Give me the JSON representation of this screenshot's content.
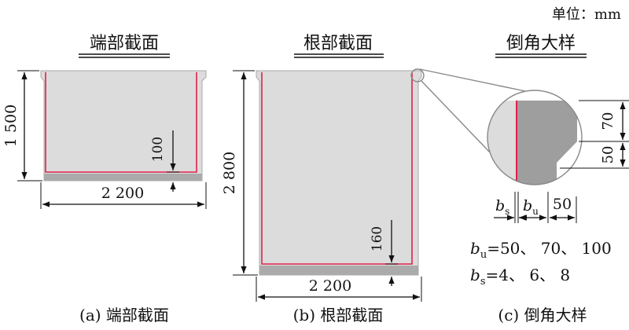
{
  "unit_label": "单位：mm",
  "panels": {
    "a": {
      "title": "端部截面",
      "caption": "(a) 端部截面",
      "height_dim": "1 500",
      "width_dim": "2 200",
      "offset_dim": "100"
    },
    "b": {
      "title": "根部截面",
      "caption": "(b) 根部截面",
      "height_dim": "2 800",
      "width_dim": "2 200",
      "offset_dim": "160"
    },
    "c": {
      "title": "倒角大样",
      "caption": "(c) 倒角大样",
      "dim_70": "70",
      "dim_50_v": "50",
      "dim_50_h": "50",
      "bs_main": "b",
      "bs_sub": "s",
      "bu_main": "b",
      "bu_sub": "u",
      "note1_main": "b",
      "note1_sub": "u",
      "note1_values": "=50、 70、 100",
      "note2_main": "b",
      "note2_sub": "s",
      "note2_values": "=4、 6、 8"
    }
  },
  "colors": {
    "section_fill": "#dcdcdc",
    "section_edge": "#a8a8a8",
    "detail_dark": "#9e9e9e",
    "lining_red": "#e0204a"
  }
}
